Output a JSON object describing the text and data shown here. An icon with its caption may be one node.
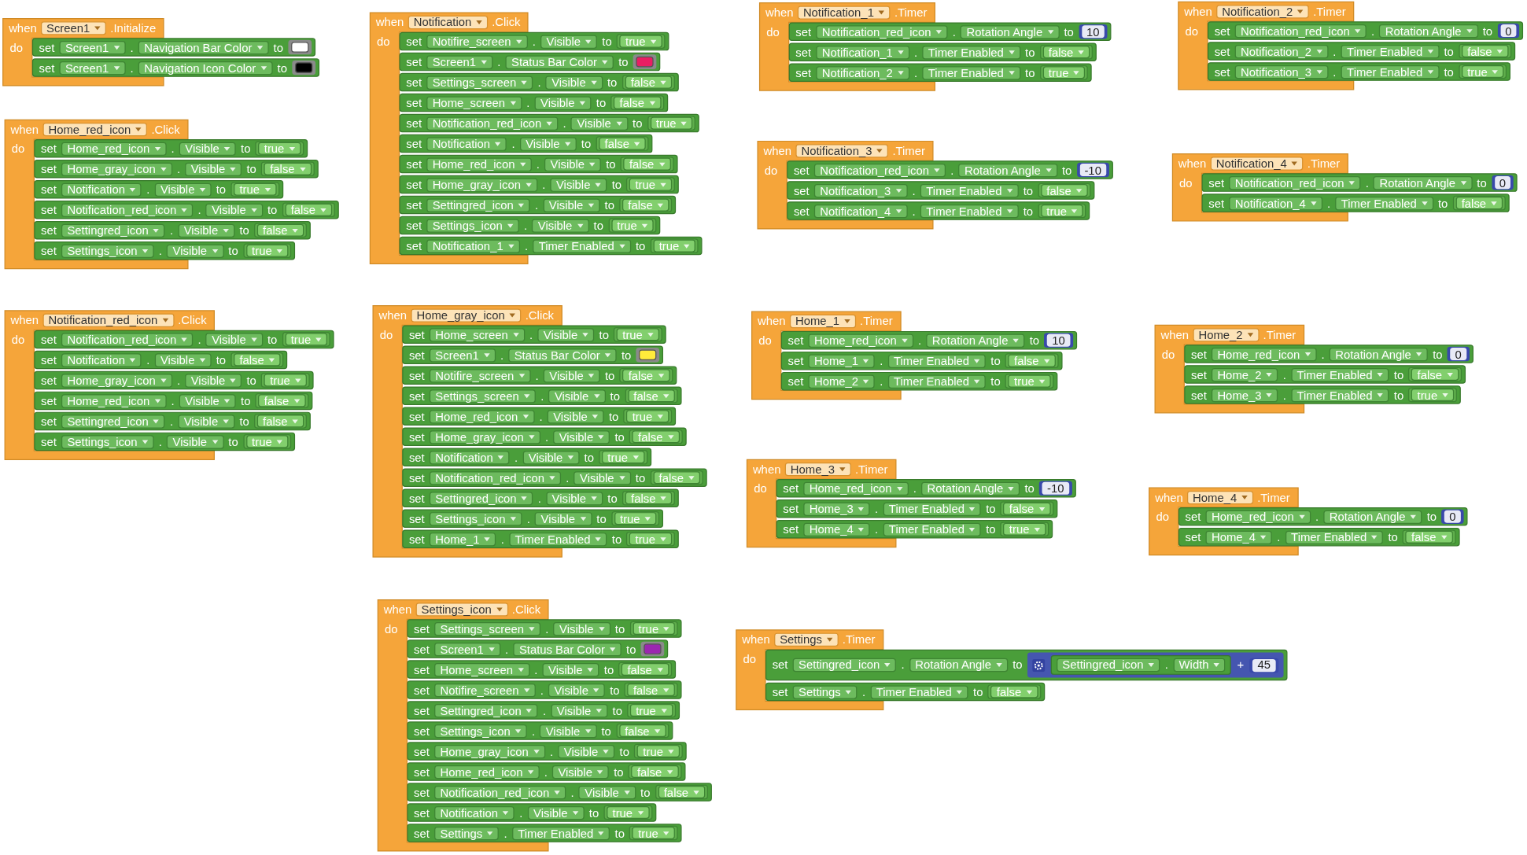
{
  "diagram": {
    "nodes": [
      {
        "text": [
          "when",
          "Screen1",
          ".Initialize",
          "do"
        ]
      },
      {
        "text": [
          "set",
          "Screen1",
          ".",
          "Navigation Bar Color",
          "to"
        ]
      },
      {
        "text": [],
        "shape": "box",
        "in": 1
      },
      {
        "text": [
          "set",
          "Screen1",
          ".",
          "Navigation Icon Color",
          "to"
        ]
      },
      {
        "text": [],
        "shape": "box",
        "in": 3
      },
      {
        "text": [
          "when",
          "Home_red_icon",
          ".Click",
          "do"
        ]
      },
      {
        "text": [
          "set",
          "Home_red_icon",
          ".",
          "Visible",
          "to"
        ]
      },
      {
        "text": [
          "true"
        ],
        "in": 6
      },
      {
        "text": [
          "set",
          "Home_gray_icon",
          ".",
          "Visible",
          "to"
        ]
      },
      {
        "text": [
          "false"
        ],
        "in": 8
      },
      {
        "text": [
          "set",
          "Notification",
          ".",
          "Visible",
          "to"
        ]
      },
      {
        "text": [
          "true"
        ],
        "in": 10
      },
      {
        "text": [
          "set",
          "Notification_red_icon",
          ".",
          "Visible",
          "to"
        ]
      },
      {
        "text": [
          "false"
        ],
        "in": 12
      },
      {
        "text": [
          "set",
          "Settingred_icon",
          ".",
          "Visible",
          "to"
        ]
      },
      {
        "text": [
          "false"
        ],
        "in": 14
      },
      {
        "text": [
          "set",
          "Settings_icon",
          ".",
          "Visible",
          "to"
        ]
      },
      {
        "text": [
          "true"
        ],
        "in": 16
      },
      {
        "text": [
          "when",
          "Notification_red_icon",
          ".Click",
          "do"
        ]
      },
      {
        "text": [
          "set",
          "Notification_red_icon",
          ".",
          "Visible",
          "to"
        ]
      },
      {
        "text": [
          "true"
        ],
        "in": 19
      },
      {
        "text": [
          "set",
          "Notification",
          ".",
          "Visible",
          "to"
        ]
      },
      {
        "text": [
          "false"
        ],
        "in": 21
      },
      {
        "text": [
          "set",
          "Home_gray_icon",
          ".",
          "Visible",
          "to"
        ]
      },
      {
        "text": [
          "true"
        ],
        "in": 23
      },
      {
        "text": [
          "set",
          "Home_red_icon",
          ".",
          "Visible",
          "to"
        ]
      },
      {
        "text": [
          "false"
        ],
        "in": 25
      },
      {
        "text": [
          "set",
          "Settingred_icon",
          ".",
          "Visible",
          "to"
        ]
      },
      {
        "text": [
          "false"
        ],
        "in": 27
      },
      {
        "text": [
          "set",
          "Settings_icon",
          ".",
          "Visible",
          "to"
        ]
      },
      {
        "text": [
          "true"
        ],
        "in": 29
      },
      {
        "text": [
          "when",
          "Notification",
          ".Click",
          "do"
        ]
      },
      {
        "text": [
          "set",
          "Notifire_screen",
          ".",
          "Visible",
          "to"
        ]
      },
      {
        "text": [
          "true"
        ],
        "in": 32
      },
      {
        "text": [
          "set",
          "Screen1",
          ".",
          "Status Bar Color",
          "to"
        ]
      },
      {
        "text": [],
        "shape": "box",
        "in": 34
      },
      {
        "text": [
          "set",
          "Settings_screen",
          ".",
          "Visible",
          "to"
        ]
      },
      {
        "text": [
          "false"
        ],
        "in": 36
      },
      {
        "text": [
          "set",
          "Home_screen",
          ".",
          "Visible",
          "to"
        ]
      },
      {
        "text": [
          "false"
        ],
        "in": 38
      },
      {
        "text": [
          "set",
          "Notification_red_icon",
          ".",
          "Visible",
          "to"
        ]
      },
      {
        "text": [
          "true"
        ],
        "in": 40
      },
      {
        "text": [
          "set",
          "Notification",
          ".",
          "Visible",
          "to"
        ]
      },
      {
        "text": [
          "false"
        ],
        "in": 42
      },
      {
        "text": [
          "set",
          "Home_red_icon",
          ".",
          "Visible",
          "to"
        ]
      },
      {
        "text": [
          "false"
        ],
        "in": 44
      },
      {
        "text": [
          "set",
          "Home_gray_icon",
          ".",
          "Visible",
          "to"
        ]
      },
      {
        "text": [
          "true"
        ],
        "in": 46
      },
      {
        "text": [
          "set",
          "Settingred_icon",
          ".",
          "Visible",
          "to"
        ]
      },
      {
        "text": [
          "false"
        ],
        "in": 48
      },
      {
        "text": [
          "set",
          "Settings_icon",
          ".",
          "Visible",
          "to"
        ]
      },
      {
        "text": [
          "true"
        ],
        "in": 50
      },
      {
        "text": [
          "set",
          "Notification_1",
          ".",
          "Timer Enabled",
          "to"
        ]
      },
      {
        "text": [
          "true"
        ],
        "in": 52
      },
      {
        "text": [
          "when",
          "Home_gray_icon",
          ".Click",
          "do"
        ]
      },
      {
        "text": [
          "set",
          "Home_screen",
          ".",
          "Visible",
          "to"
        ]
      },
      {
        "text": [
          "true"
        ],
        "in": 55
      },
      {
        "text": [
          "set",
          "Screen1",
          ".",
          "Status Bar Color",
          "to"
        ]
      },
      {
        "text": [],
        "shape": "box",
        "in": 57
      },
      {
        "text": [
          "set",
          "Notifire_screen",
          ".",
          "Visible",
          "to"
        ]
      },
      {
        "text": [
          "false"
        ],
        "in": 59
      },
      {
        "text": [
          "set",
          "Settings_screen",
          ".",
          "Visible",
          "to"
        ]
      },
      {
        "text": [
          "false"
        ],
        "in": 61
      },
      {
        "text": [
          "set",
          "Home_red_icon",
          ".",
          "Visible",
          "to"
        ]
      },
      {
        "text": [
          "true"
        ],
        "in": 63
      },
      {
        "text": [
          "set",
          "Home_gray_icon",
          ".",
          "Visible",
          "to"
        ]
      },
      {
        "text": [
          "false"
        ],
        "in": 65
      },
      {
        "text": [
          "set",
          "Notification",
          ".",
          "Visible",
          "to"
        ]
      },
      {
        "text": [
          "true"
        ],
        "in": 67
      },
      {
        "text": [
          "set",
          "Notification_red_icon",
          ".",
          "Visible",
          "to"
        ]
      },
      {
        "text": [
          "false"
        ],
        "in": 69
      },
      {
        "text": [
          "set",
          "Settingred_icon",
          ".",
          "Visible",
          "to"
        ]
      },
      {
        "text": [
          "false"
        ],
        "in": 71
      },
      {
        "text": [
          "set",
          "Settings_icon",
          ".",
          "Visible",
          "to"
        ]
      },
      {
        "text": [
          "true"
        ],
        "in": 73
      },
      {
        "text": [
          "set",
          "Home_1",
          ".",
          "Timer Enabled",
          "to"
        ]
      },
      {
        "text": [
          "true"
        ],
        "in": 75
      },
      {
        "text": [
          "when",
          "Settings_icon",
          ".Click",
          "do"
        ]
      },
      {
        "text": [
          "set",
          "Settings_screen",
          ".",
          "Visible",
          "to"
        ]
      },
      {
        "text": [
          "true"
        ],
        "in": 78
      },
      {
        "text": [
          "set",
          "Screen1",
          ".",
          "Status Bar Color",
          "to"
        ]
      },
      {
        "text": [],
        "shape": "box",
        "in": 80
      },
      {
        "text": [
          "set",
          "Home_screen",
          ".",
          "Visible",
          "to"
        ]
      },
      {
        "text": [
          "false"
        ],
        "in": 82
      },
      {
        "text": [
          "set",
          "Notifire_screen",
          ".",
          "Visible",
          "to"
        ]
      },
      {
        "text": [
          "false"
        ],
        "in": 84
      },
      {
        "text": [
          "set",
          "Settingred_icon",
          ".",
          "Visible",
          "to"
        ]
      },
      {
        "text": [
          "true"
        ],
        "in": 86
      },
      {
        "text": [
          "set",
          "Settings_icon",
          ".",
          "Visible",
          "to"
        ]
      },
      {
        "text": [
          "false"
        ],
        "in": 88
      },
      {
        "text": [
          "set",
          "Home_gray_icon",
          ".",
          "Visible",
          "to"
        ]
      },
      {
        "text": [
          "true"
        ],
        "in": 90
      },
      {
        "text": [
          "set",
          "Home_red_icon",
          ".",
          "Visible",
          "to"
        ]
      },
      {
        "text": [
          "false"
        ],
        "in": 92
      },
      {
        "text": [
          "set",
          "Notification_red_icon",
          ".",
          "Visible",
          "to"
        ]
      },
      {
        "text": [
          "false"
        ],
        "in": 94
      },
      {
        "text": [
          "set",
          "Notification",
          ".",
          "Visible",
          "to"
        ]
      },
      {
        "text": [
          "true"
        ],
        "in": 96
      },
      {
        "text": [
          "set",
          "Settings",
          ".",
          "Timer Enabled",
          "to"
        ]
      },
      {
        "text": [
          "true"
        ],
        "in": 98
      },
      {
        "text": [
          "when",
          "Notification_1",
          ".Timer",
          "do"
        ]
      },
      {
        "text": [
          "set",
          "Notification_red_icon",
          ".",
          "Rotation Angle",
          "to"
        ]
      },
      {
        "text": [
          "10"
        ],
        "in": 101
      },
      {
        "text": [
          "set",
          "Notification_1",
          ".",
          "Timer Enabled",
          "to"
        ]
      },
      {
        "text": [
          "false"
        ],
        "in": 103
      },
      {
        "text": [
          "set",
          "Notification_2",
          ".",
          "Timer Enabled",
          "to"
        ]
      },
      {
        "text": [
          "true"
        ],
        "in": 105
      },
      {
        "text": [
          "when",
          "Notification_3",
          ".Timer",
          "do"
        ]
      },
      {
        "text": [
          "set",
          "Notification_red_icon",
          ".",
          "Rotation Angle",
          "to"
        ]
      },
      {
        "text": [
          "-10"
        ],
        "in": 108
      },
      {
        "text": [
          "set",
          "Notification_3",
          ".",
          "Timer Enabled",
          "to"
        ]
      },
      {
        "text": [
          "false"
        ],
        "in": 110
      },
      {
        "text": [
          "set",
          "Notification_4",
          ".",
          "Timer Enabled",
          "to"
        ]
      },
      {
        "text": [
          "true"
        ],
        "in": 112
      },
      {
        "text": [
          "when",
          "Home_1",
          ".Timer",
          "do"
        ]
      },
      {
        "text": [
          "set",
          "Home_red_icon",
          ".",
          "Rotation Angle",
          "to"
        ]
      },
      {
        "text": [
          "10"
        ],
        "in": 115
      },
      {
        "text": [
          "set",
          "Home_1",
          ".",
          "Timer Enabled",
          "to"
        ]
      },
      {
        "text": [
          "false"
        ],
        "in": 117
      },
      {
        "text": [
          "set",
          "Home_2",
          ".",
          "Timer Enabled",
          "to"
        ]
      },
      {
        "text": [
          "true"
        ],
        "in": 119
      },
      {
        "text": [
          "when",
          "Home_3",
          ".Timer",
          "do"
        ]
      },
      {
        "text": [
          "set",
          "Home_red_icon",
          ".",
          "Rotation Angle",
          "to"
        ]
      },
      {
        "text": [
          "-10"
        ],
        "in": 122
      },
      {
        "text": [
          "set",
          "Home_3",
          ".",
          "Timer Enabled",
          "to"
        ]
      },
      {
        "text": [
          "false"
        ],
        "in": 124
      },
      {
        "text": [
          "set",
          "Home_4",
          ".",
          "Timer Enabled",
          "to"
        ]
      },
      {
        "text": [
          "true"
        ],
        "in": 126
      },
      {
        "text": [
          "when",
          "Settings",
          ".Timer",
          "do"
        ]
      },
      {
        "text": [
          "set",
          "Settingred_icon",
          ".",
          "Rotation Angle",
          "to"
        ]
      },
      {
        "text": [
          "+"
        ],
        "in": 129
      },
      {
        "text": [
          "Settingred_icon",
          ".",
          "Width"
        ],
        "in": 130
      },
      {
        "text": [
          "45"
        ],
        "in": 130
      },
      {
        "text": [
          "set",
          "Settings",
          ".",
          "Timer Enabled",
          "to"
        ]
      },
      {
        "text": [
          "false"
        ],
        "in": 133
      },
      {
        "text": [
          "when",
          "Notification_2",
          ".Timer",
          "do"
        ]
      },
      {
        "text": [
          "set",
          "Notification_red_icon",
          ".",
          "Rotation Angle",
          "to"
        ]
      },
      {
        "text": [
          "0"
        ],
        "in": 136
      },
      {
        "text": [
          "set",
          "Notification_2",
          ".",
          "Timer Enabled",
          "to"
        ]
      },
      {
        "text": [
          "false"
        ],
        "in": 138
      },
      {
        "text": [
          "set",
          "Notification_3",
          ".",
          "Timer Enabled",
          "to"
        ]
      },
      {
        "text": [
          "true"
        ],
        "in": 140
      },
      {
        "text": [
          "when",
          "Notification_4",
          ".Timer",
          "do"
        ]
      },
      {
        "text": [
          "set",
          "Notification_red_icon",
          ".",
          "Rotation Angle",
          "to"
        ]
      },
      {
        "text": [
          "0"
        ],
        "in": 143
      },
      {
        "text": [
          "set",
          "Notification_4",
          ".",
          "Timer Enabled",
          "to"
        ]
      },
      {
        "text": [
          "false"
        ],
        "in": 145
      },
      {
        "text": [
          "when",
          "Home_2",
          ".Timer",
          "do"
        ]
      },
      {
        "text": [
          "set",
          "Home_red_icon",
          ".",
          "Rotation Angle",
          "to"
        ]
      },
      {
        "text": [
          "0"
        ],
        "in": 148
      },
      {
        "text": [
          "set",
          "Home_2",
          ".",
          "Timer Enabled",
          "to"
        ]
      },
      {
        "text": [
          "false"
        ],
        "in": 150
      },
      {
        "text": [
          "set",
          "Home_3",
          ".",
          "Timer Enabled",
          "to"
        ]
      },
      {
        "text": [
          "true"
        ],
        "in": 152
      },
      {
        "text": [
          "when",
          "Home_4",
          ".Timer",
          "do"
        ]
      },
      {
        "text": [
          "set",
          "Home_red_icon",
          ".",
          "Rotation Angle",
          "to"
        ]
      },
      {
        "text": [
          "0"
        ],
        "in": 155
      },
      {
        "text": [
          "set",
          "Home_4",
          ".",
          "Timer Enabled",
          "to"
        ]
      },
      {
        "text": [
          "false"
        ],
        "in": 157
      }
    ]
  }
}
